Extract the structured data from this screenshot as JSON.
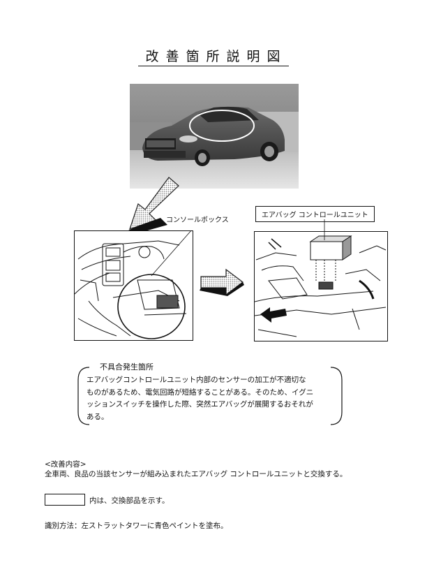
{
  "title": "改善箇所説明図",
  "figure": {
    "console_label": "コンソールボックス",
    "airbag_label": "エアバッグ コントロールユニット"
  },
  "defect": {
    "heading": "不具合発生箇所",
    "lines": [
      "エアバッグコントロールユニット内部のセンサーの加工が不適切な",
      "ものがあるため、電気回路が短絡することがある。そのため、イグニ",
      "ッションスイッチを操作した際、突然エアバッグが展開するおそれが",
      "ある。"
    ]
  },
  "remedy": {
    "heading": "<改善内容>",
    "text": "全車両、良品の当該センサーが組み込まれたエアバッグ コントロールユニットと交換する。"
  },
  "legend": {
    "text": "内は、交換部品を示す。"
  },
  "identification": {
    "text": "識別方法：左ストラットタワーに青色ペイントを塗布。"
  }
}
